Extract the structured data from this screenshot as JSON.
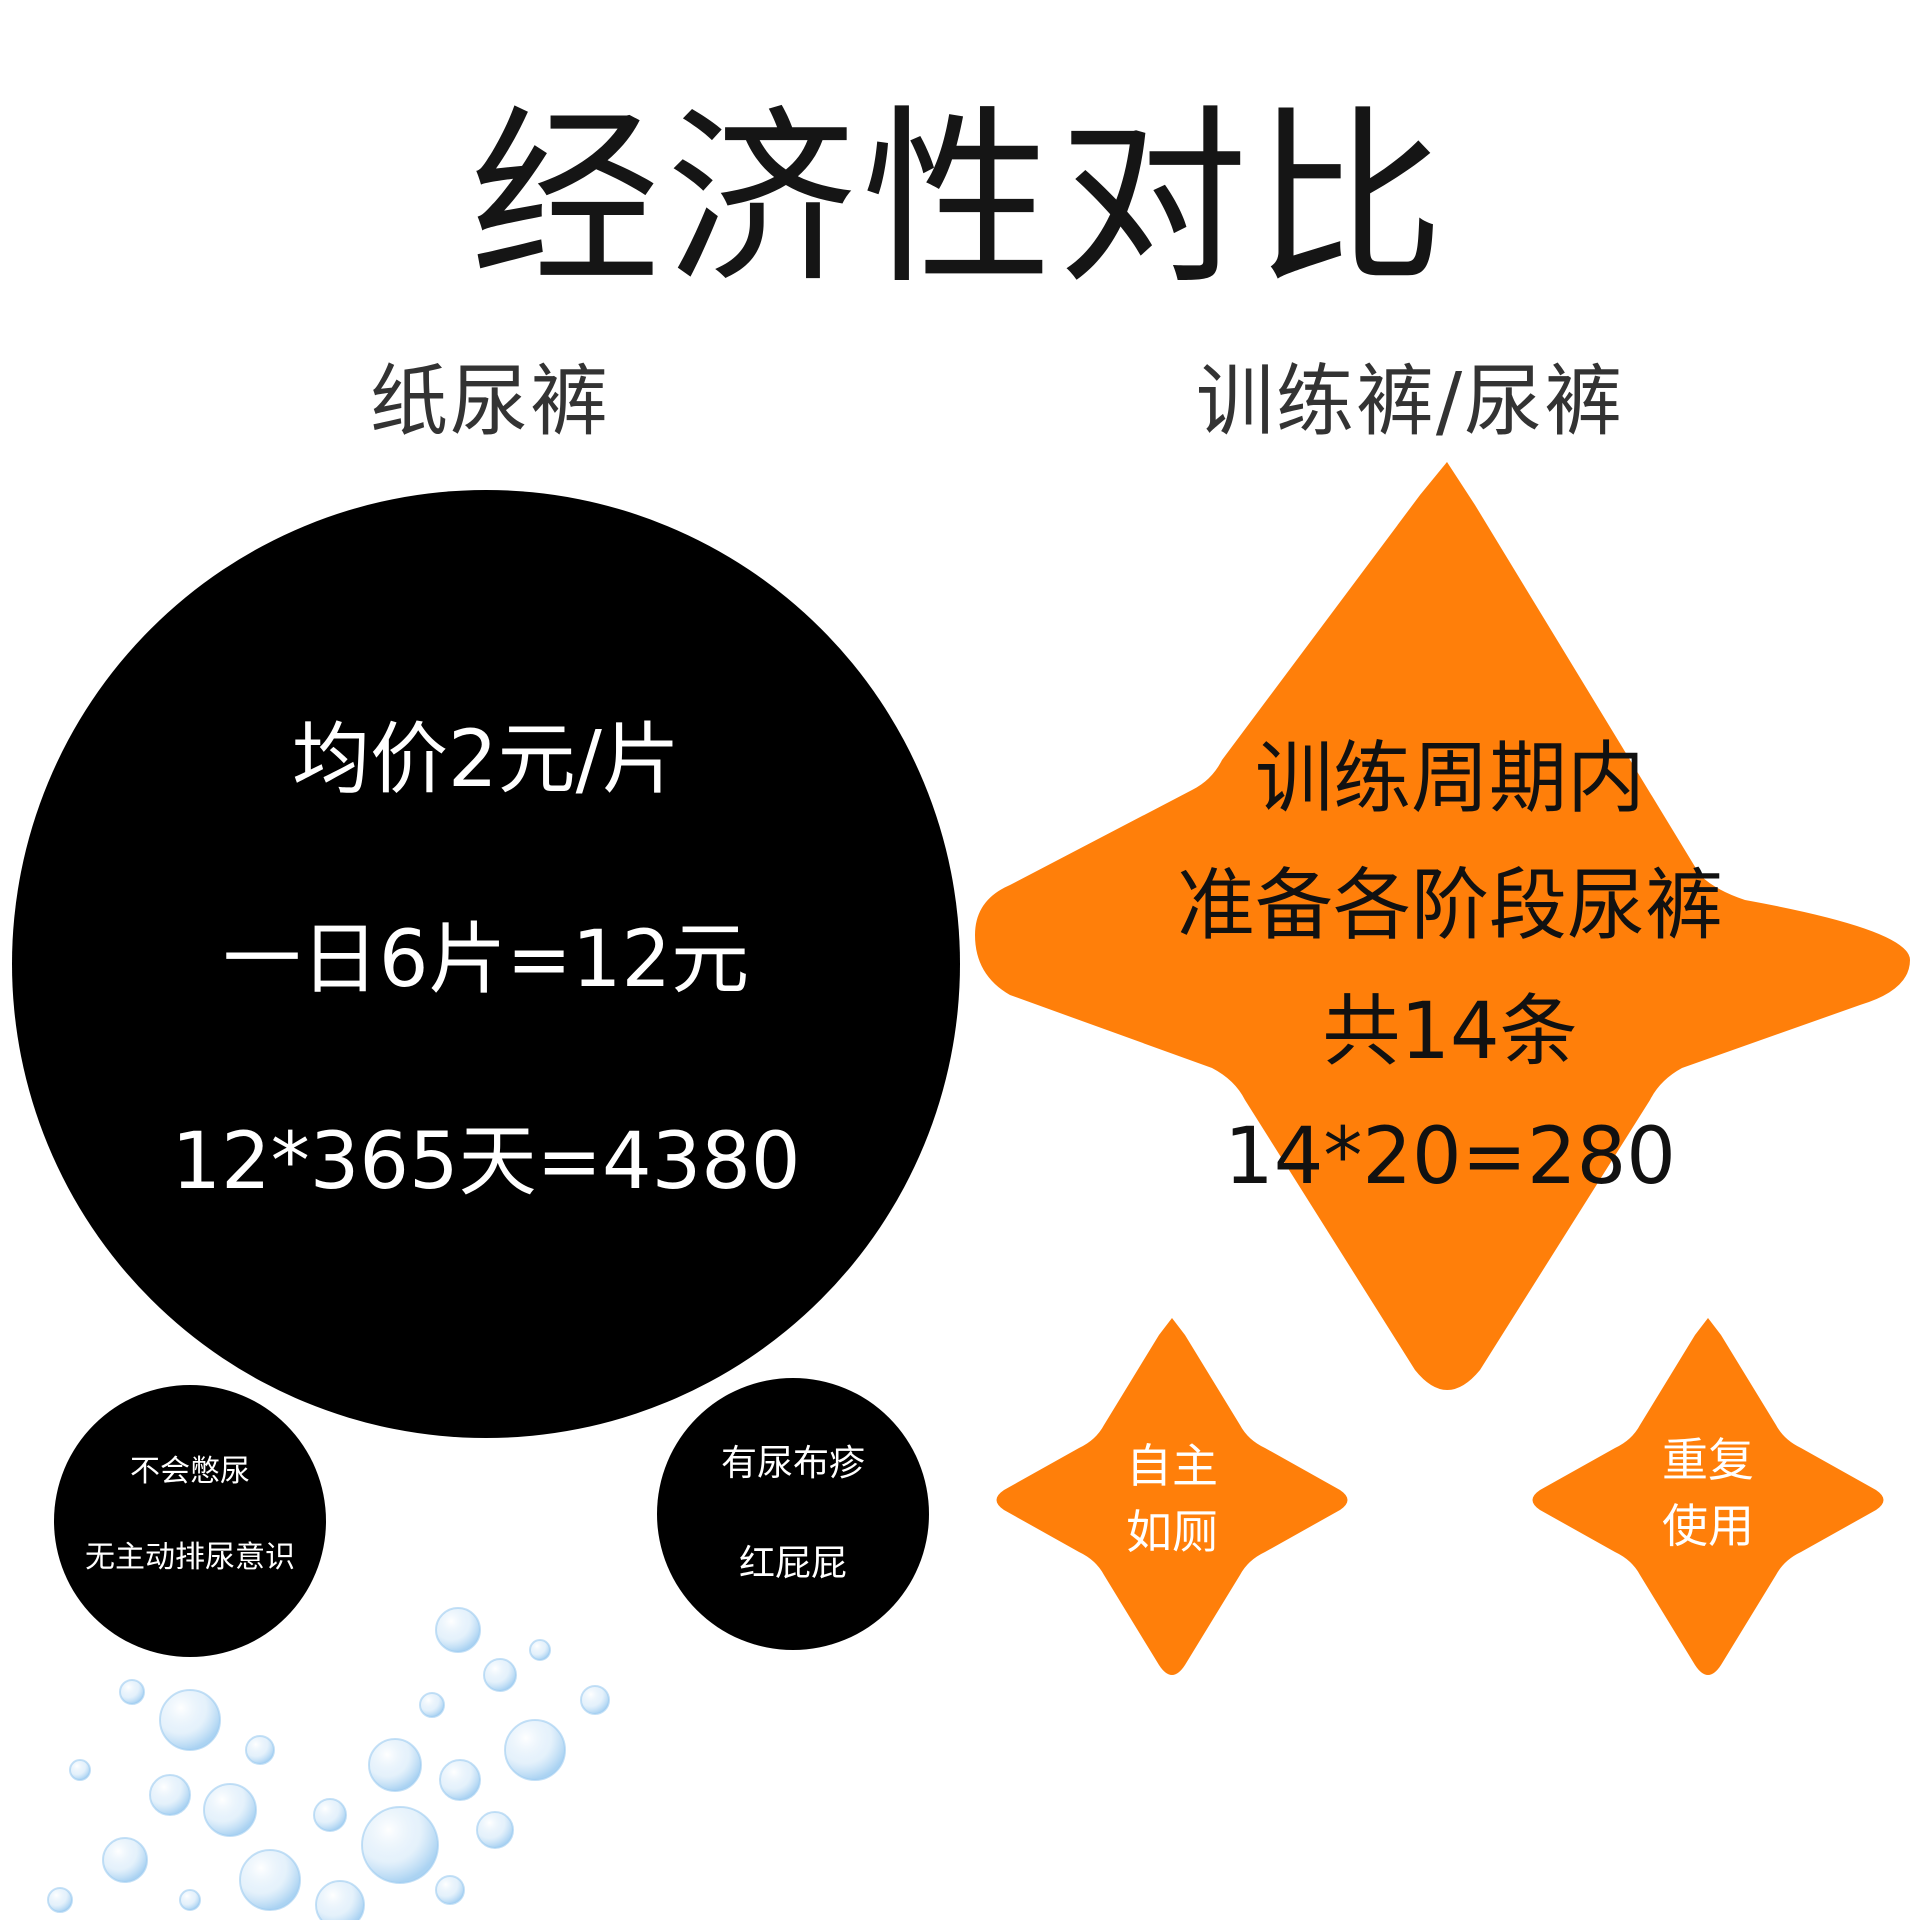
{
  "title": "经济性对比",
  "columns": {
    "left_heading": "纸尿裤",
    "right_heading": "训练裤/尿裤"
  },
  "left_main": {
    "line1": "均价2元/片",
    "line2": "一日6片=12元",
    "line3": "12*365天=4380"
  },
  "left_small_1": {
    "line1": "不会憋尿",
    "line2": "无主动排尿意识"
  },
  "left_small_2": {
    "line1": "有尿布疹",
    "line2": "红屁屁"
  },
  "right_main": {
    "line1": "训练周期内",
    "line2": "准备各阶段尿裤",
    "line3": "共14条",
    "line4": "14*20=280"
  },
  "right_small_1": {
    "line1": "自主",
    "line2": "如厕"
  },
  "right_small_2": {
    "line1": "重复",
    "line2": "使用"
  },
  "colors": {
    "accent": "#FF7F0A",
    "dark": "#000000",
    "bubble": "#8FC4EE"
  }
}
